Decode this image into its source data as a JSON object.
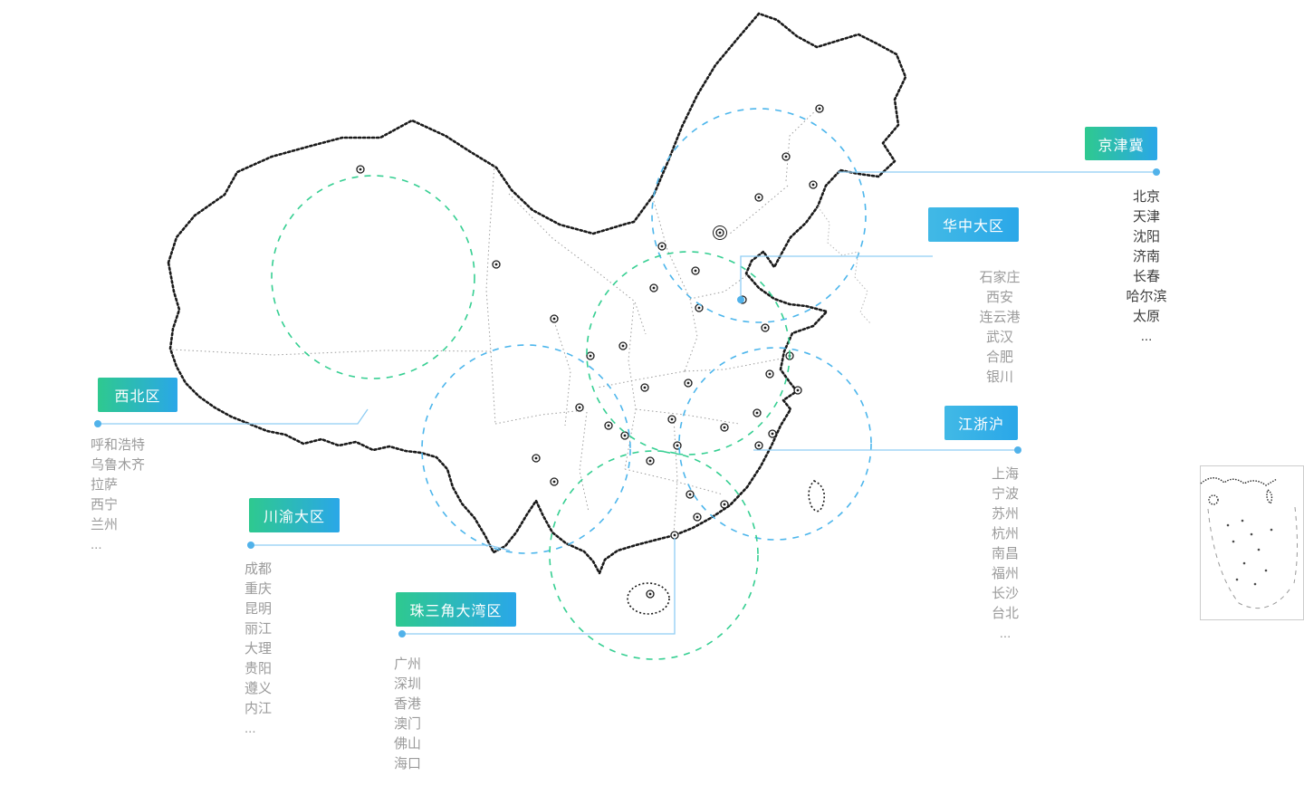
{
  "colors": {
    "badge_green": "#2ec98f",
    "badge_blue": "#2aa7e8",
    "badge_cyan": "#41b9e6",
    "connector_line": "#8fcdf3",
    "connector_dot": "#51b2ea",
    "circle_blue": "#4db6ec",
    "circle_green": "#36cf92",
    "map_outline": "#1a1a1a",
    "province_line": "#9c9c9c",
    "city_gray": "#9b9b9b",
    "city_dark": "#3d3d3d",
    "inset_border": "#cccccc"
  },
  "regions": [
    {
      "label": "京津冀",
      "cities": [
        "北京",
        "天津",
        "沈阳",
        "济南",
        "长春",
        "哈尔滨",
        "太原",
        "..."
      ]
    },
    {
      "label": "华中大区",
      "cities": [
        "石家庄",
        "西安",
        "连云港",
        "武汉",
        "合肥",
        "银川"
      ]
    },
    {
      "label": "西北区",
      "cities": [
        "呼和浩特",
        "乌鲁木齐",
        "拉萨",
        "西宁",
        "兰州",
        "..."
      ]
    },
    {
      "label": "江浙沪",
      "cities": [
        "上海",
        "宁波",
        "苏州",
        "杭州",
        "南昌",
        "福州",
        "长沙",
        "台北",
        "..."
      ]
    },
    {
      "label": "川渝大区",
      "cities": [
        "成都",
        "重庆",
        "昆明",
        "丽江",
        "大理",
        "贵阳",
        "遵义",
        "内江",
        "..."
      ]
    },
    {
      "label": "珠三角大湾区",
      "cities": [
        "广州",
        "深圳",
        "香港",
        "澳门",
        "佛山",
        "海口",
        "..."
      ]
    }
  ]
}
